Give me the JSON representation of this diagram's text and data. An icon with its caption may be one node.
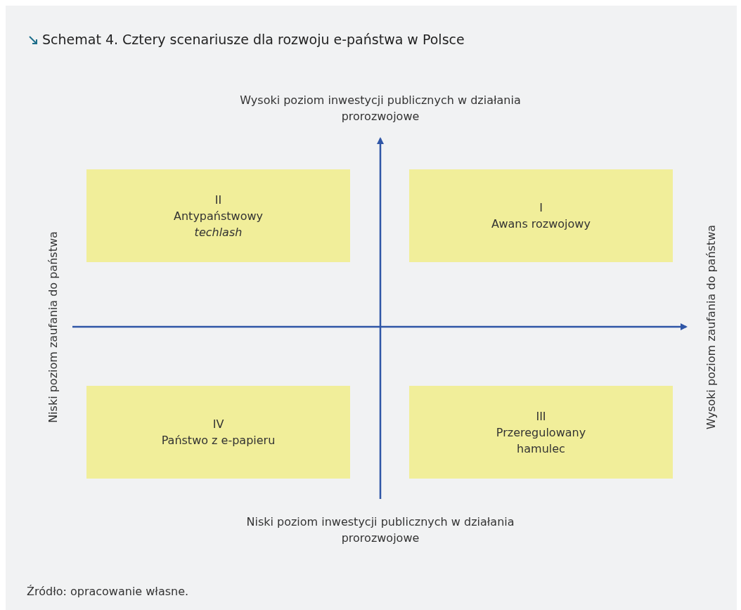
{
  "diagram": {
    "title": "Schemat 4. Cztery scenariusze dla rozwoju e-państwa w Polsce",
    "caption": "Źródło: opracowanie własne.",
    "nodes": [
      {
        "text": [
          "II",
          "Antypaństwowy",
          "*techlash*"
        ]
      },
      {
        "text": [
          "I",
          "Awans rozwojowy"
        ]
      },
      {
        "text": [
          "IV",
          "Państwo z e-papieru"
        ]
      },
      {
        "text": [
          "III",
          "Przeregulowany hamulec"
        ]
      }
    ],
    "edges": [],
    "labels": [
      "Wysoki poziom inwestycji publicznych w działania prorozwojowe",
      "Niski poziom zaufania do państwa",
      "Wysoki poziom zaufania do państwa",
      "Niski poziom inwestycji publicznych w działania prorozwojowe"
    ]
  }
}
